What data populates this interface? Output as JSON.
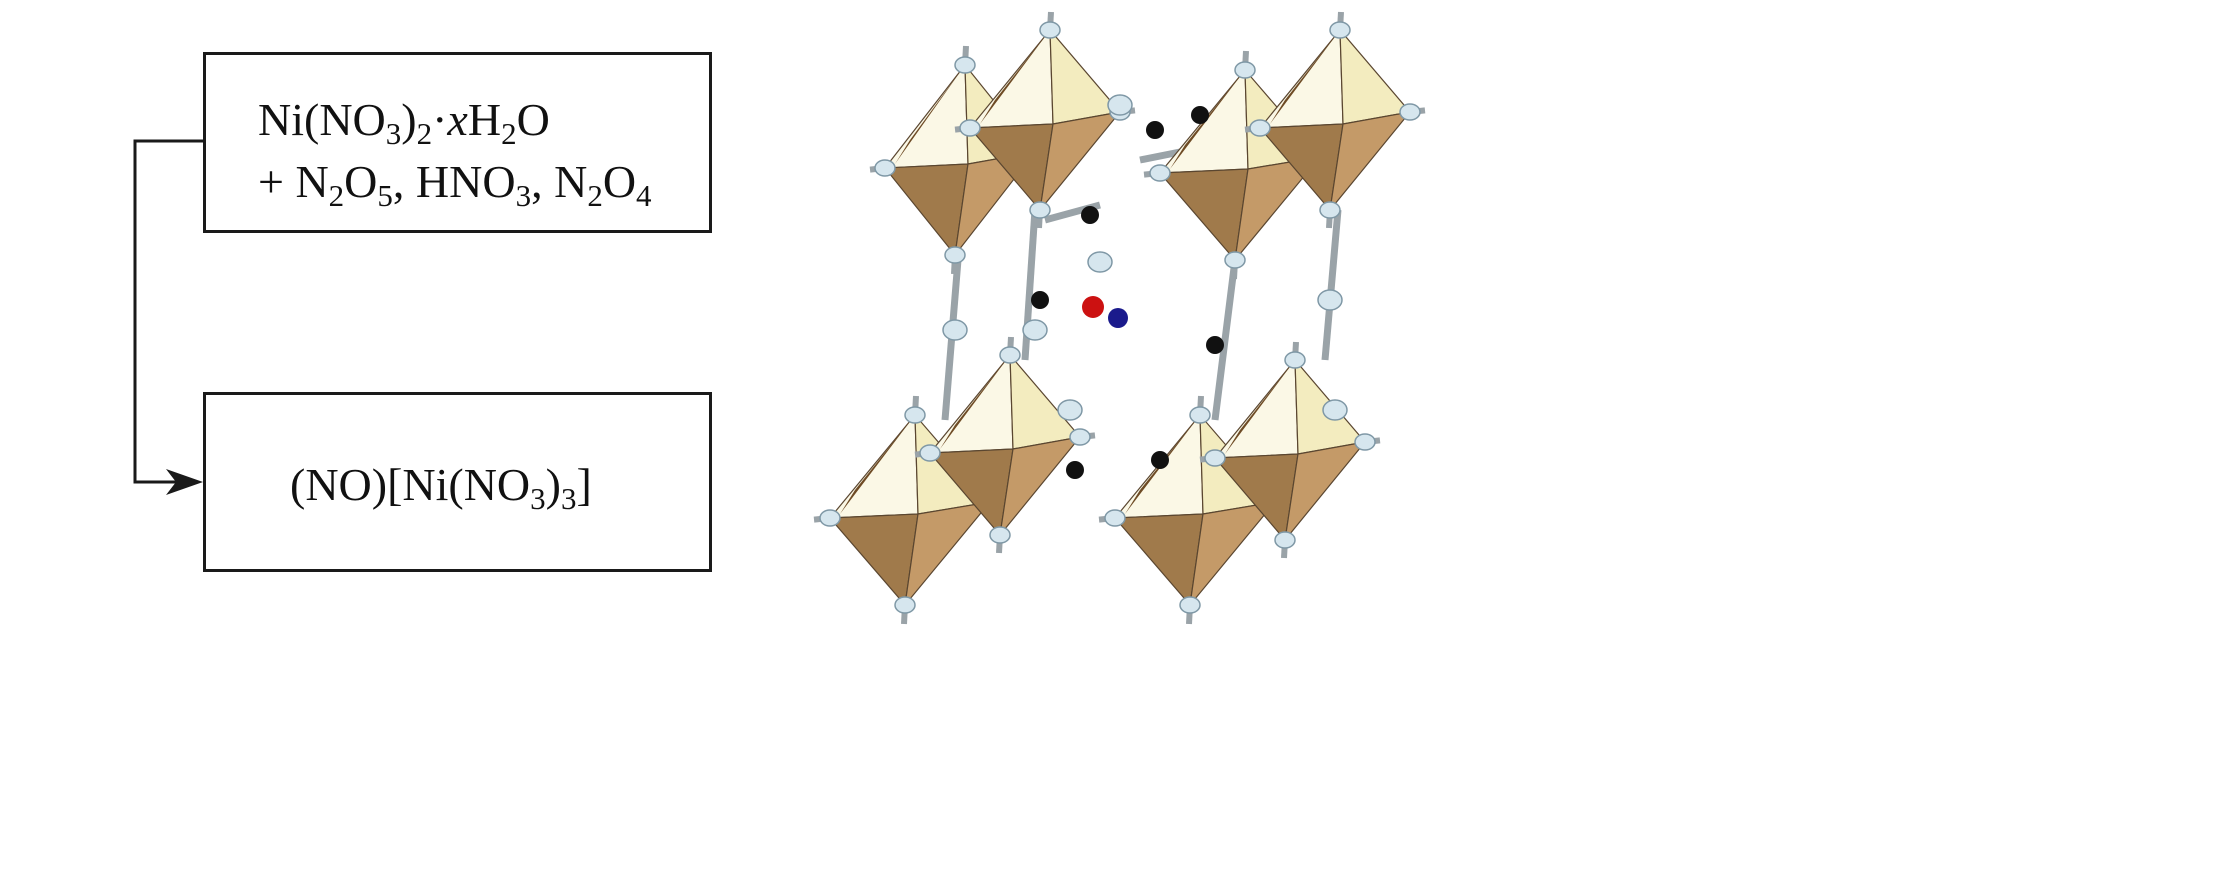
{
  "reactants": {
    "line1": "Ni(NO3)2·xH2O",
    "line2": "+ N2O5, HNO3, N2O4"
  },
  "product": {
    "formula": "(NO)[Ni(NO3)3]"
  },
  "colors": {
    "face_light": "#fbf8e6",
    "face_yellow": "#f3ecbf",
    "face_mid": "#c49a68",
    "face_dark": "#a07a4b",
    "face_darkest": "#6e4b25",
    "oxygen_ligand": "#d6e6ee",
    "carbon": "#111111",
    "nitrosonium_o": "#cc1111",
    "nitrosonium_n": "#1a1a8c"
  }
}
